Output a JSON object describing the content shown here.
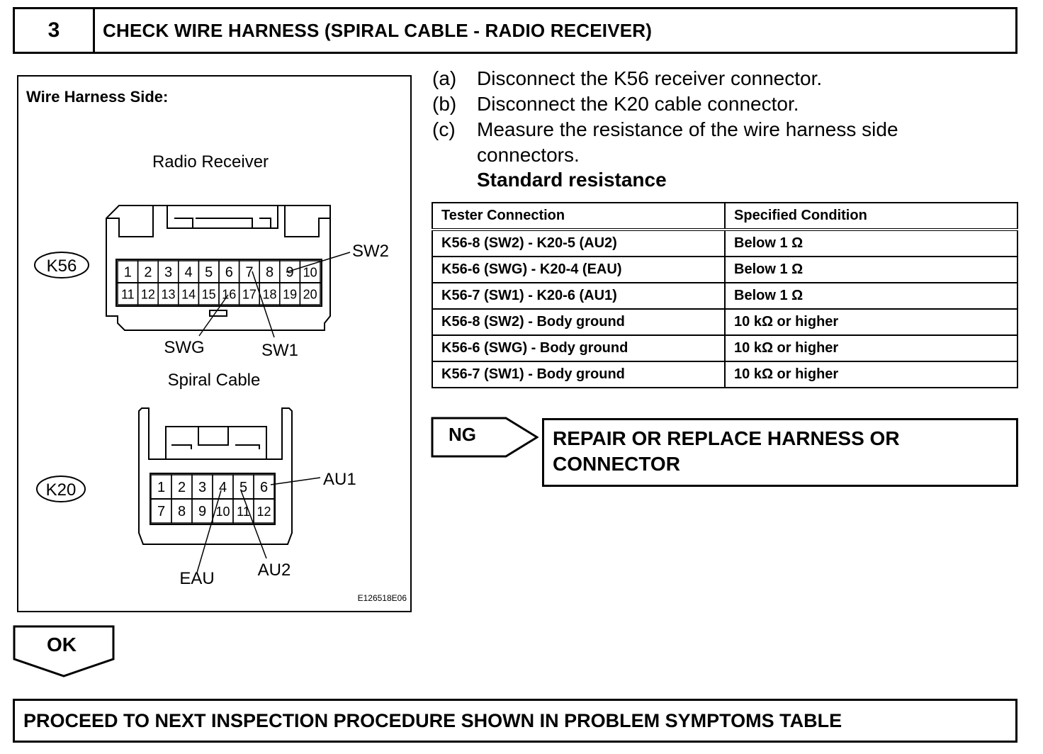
{
  "step": {
    "number": "3",
    "title": "CHECK WIRE HARNESS (SPIRAL CABLE - RADIO RECEIVER)"
  },
  "diagram": {
    "heading": "Wire Harness Side:",
    "receiver_label": "Radio Receiver",
    "receiver_connector": "K56",
    "receiver_pins_top": [
      "1",
      "2",
      "3",
      "4",
      "5",
      "6",
      "7",
      "8",
      "9",
      "10"
    ],
    "receiver_pins_bottom": [
      "11",
      "12",
      "13",
      "14",
      "15",
      "16",
      "17",
      "18",
      "19",
      "20"
    ],
    "sw2": "SW2",
    "swg": "SWG",
    "sw1": "SW1",
    "cable_label": "Spiral Cable",
    "cable_connector": "K20",
    "cable_pins_top": [
      "1",
      "2",
      "3",
      "4",
      "5",
      "6"
    ],
    "cable_pins_bottom": [
      "7",
      "8",
      "9",
      "10",
      "11",
      "12"
    ],
    "au1": "AU1",
    "eau": "EAU",
    "au2": "AU2",
    "figure_code": "E126518E06"
  },
  "instructions": [
    {
      "label": "(a)",
      "lines": [
        "Disconnect the K56 receiver connector."
      ]
    },
    {
      "label": "(b)",
      "lines": [
        "Disconnect the K20 cable connector."
      ]
    },
    {
      "label": "(c)",
      "lines": [
        "Measure the resistance of the wire harness side",
        "connectors."
      ]
    }
  ],
  "standard_title": "Standard resistance",
  "table": {
    "headers": [
      "Tester Connection",
      "Specified Condition"
    ],
    "rows": [
      [
        "K56-8 (SW2) - K20-5 (AU2)",
        "Below 1 Ω"
      ],
      [
        "K56-6 (SWG) - K20-4 (EAU)",
        "Below 1 Ω"
      ],
      [
        "K56-7 (SW1) - K20-6 (AU1)",
        "Below 1 Ω"
      ],
      [
        "K56-8 (SW2) - Body ground",
        "10 kΩ or higher"
      ],
      [
        "K56-6 (SWG) - Body ground",
        "10 kΩ or higher"
      ],
      [
        "K56-7 (SW1) - Body ground",
        "10 kΩ or higher"
      ]
    ]
  },
  "ng": {
    "label": "NG",
    "result_lines": [
      "REPAIR OR REPLACE HARNESS OR",
      "CONNECTOR"
    ]
  },
  "ok": {
    "label": "OK"
  },
  "next_step": "PROCEED TO NEXT INSPECTION PROCEDURE SHOWN IN PROBLEM SYMPTOMS TABLE"
}
